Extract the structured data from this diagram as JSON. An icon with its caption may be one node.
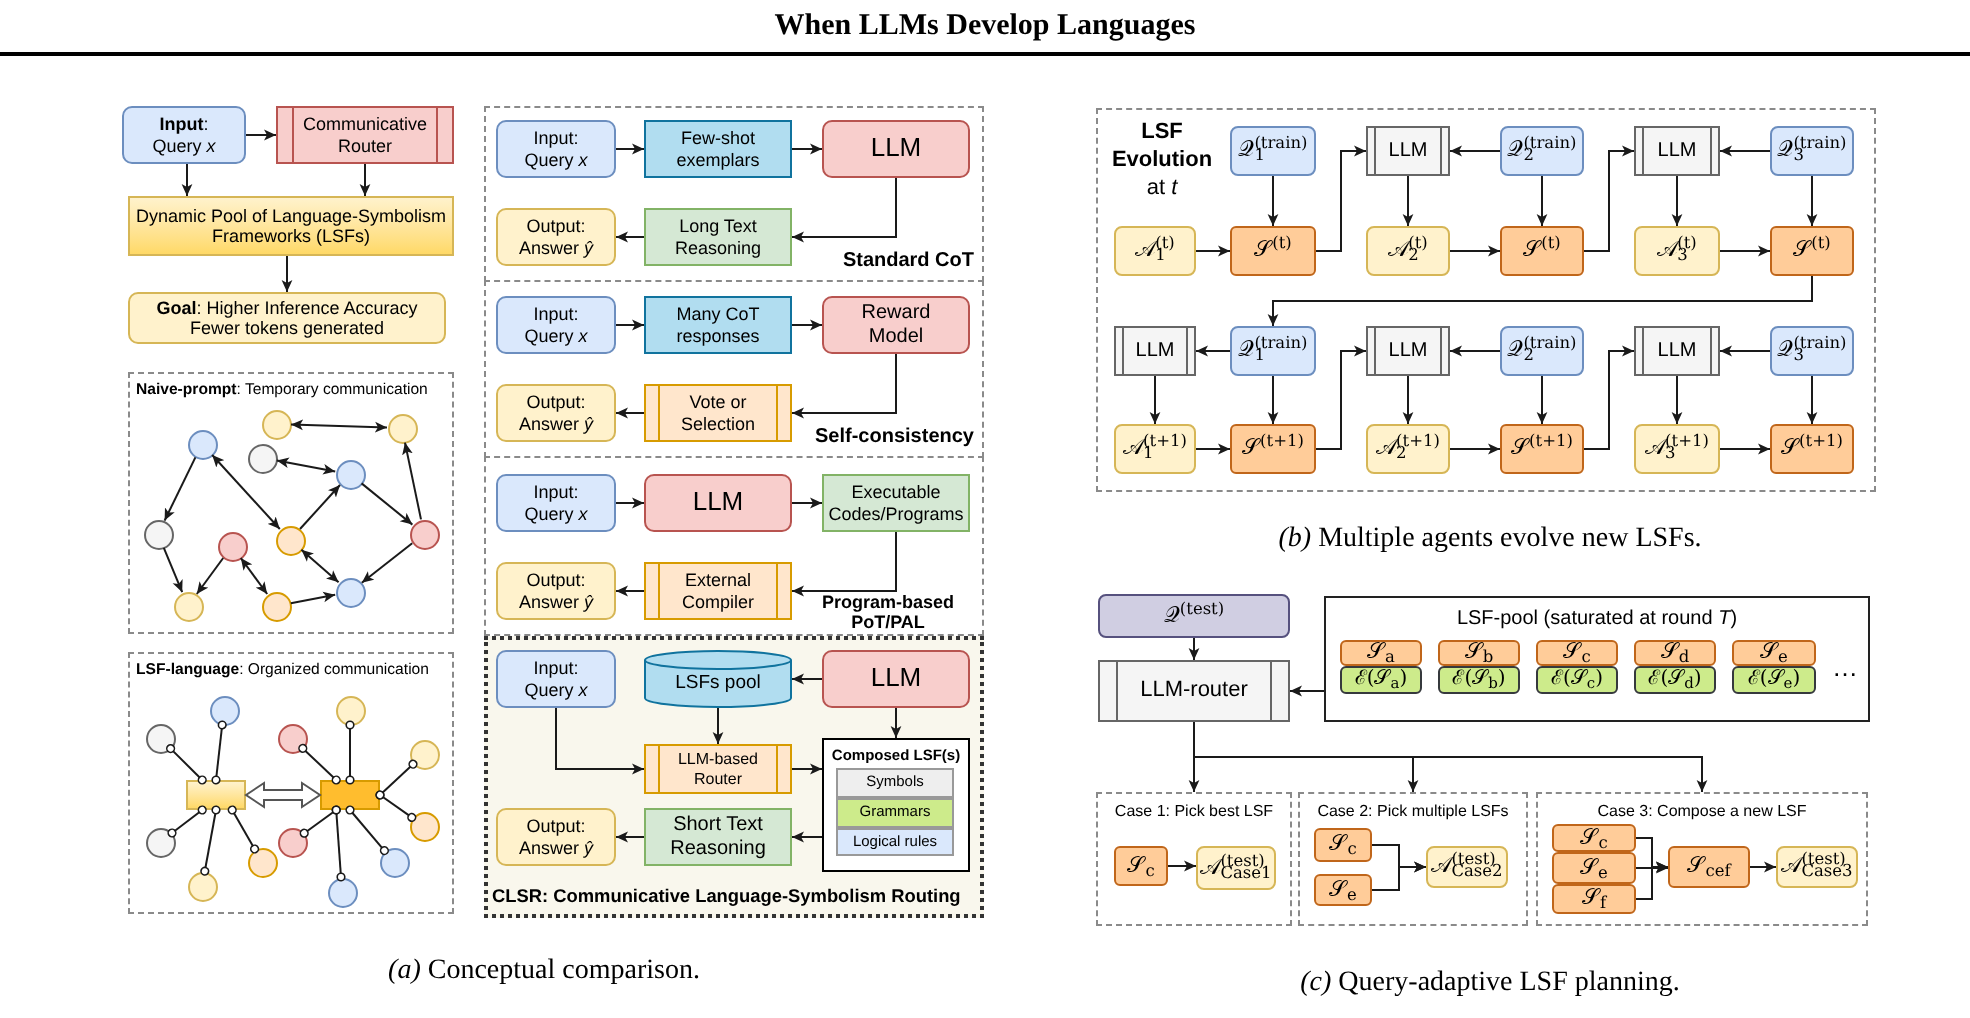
{
  "diagram": {
    "title": "When LLMs Develop Languages",
    "nodes": [
      {
        "text": [
          "**Input**: Query *x*"
        ]
      },
      {
        "text": [
          "Communicative Router"
        ]
      },
      {
        "text": [
          "Dynamic Pool of Language-Symbolism Frameworks (LSFs)"
        ]
      },
      {
        "text": [
          "**Goal**: Higher Inference Accuracy Fewer tokens generated"
        ]
      },
      {
        "text": [
          "**Naive-prompt**: Temporary communication"
        ]
      },
      {
        "text": [],
        "shape": "circle",
        "in": 4
      },
      {
        "text": [],
        "shape": "circle",
        "in": 4
      },
      {
        "text": [],
        "shape": "circle",
        "in": 4
      },
      {
        "text": [],
        "shape": "circle",
        "in": 4
      },
      {
        "text": [],
        "shape": "circle",
        "in": 4
      },
      {
        "text": [],
        "shape": "circle",
        "in": 4
      },
      {
        "text": [],
        "shape": "circle",
        "in": 4
      },
      {
        "text": [],
        "shape": "circle",
        "in": 4
      },
      {
        "text": [],
        "shape": "circle",
        "in": 4
      },
      {
        "text": [],
        "shape": "circle",
        "in": 4
      },
      {
        "text": [],
        "shape": "circle",
        "in": 4
      },
      {
        "text": [],
        "shape": "circle",
        "in": 4
      },
      {
        "text": [
          "**LSF-language**: Organized communication"
        ]
      },
      {
        "text": [],
        "shape": "box",
        "in": 17
      },
      {
        "text": [],
        "shape": "box",
        "in": 17
      },
      {
        "text": [],
        "shape": "circle",
        "in": 17
      },
      {
        "text": [],
        "shape": "circle",
        "in": 17
      },
      {
        "text": [],
        "shape": "circle",
        "in": 17
      },
      {
        "text": [],
        "shape": "circle",
        "in": 17
      },
      {
        "text": [],
        "shape": "circle",
        "in": 17
      },
      {
        "text": [],
        "shape": "circle",
        "in": 17
      },
      {
        "text": [],
        "shape": "circle",
        "in": 17
      },
      {
        "text": [],
        "shape": "circle",
        "in": 17
      },
      {
        "text": [],
        "shape": "circle",
        "in": 17
      },
      {
        "text": [],
        "shape": "circle",
        "in": 17
      },
      {
        "text": [],
        "shape": "circle",
        "in": 17
      },
      {
        "text": [],
        "shape": "circle",
        "in": 17
      },
      {
        "text": [
          "Standard CoT"
        ]
      },
      {
        "text": [
          "Input: Query *x*"
        ],
        "in": 32
      },
      {
        "text": [
          "Few-shot exemplars"
        ],
        "in": 32
      },
      {
        "text": [
          "LLM"
        ],
        "in": 32
      },
      {
        "text": [
          "Output: Answer *ŷ*"
        ],
        "in": 32
      },
      {
        "text": [
          "Long Text Reasoning"
        ],
        "in": 32
      },
      {
        "text": [
          "Self-consistency"
        ]
      },
      {
        "text": [
          "Input: Query *x*"
        ],
        "in": 38
      },
      {
        "text": [
          "Many CoT responses"
        ],
        "in": 38
      },
      {
        "text": [
          "Reward Model"
        ],
        "in": 38
      },
      {
        "text": [
          "Output: Answer *ŷ*"
        ],
        "in": 38
      },
      {
        "text": [
          "Vote or Selection"
        ],
        "in": 38
      },
      {
        "text": [
          "Program-based PoT/PAL"
        ]
      },
      {
        "text": [
          "Input: Query *x*"
        ],
        "in": 44
      },
      {
        "text": [
          "LLM"
        ],
        "in": 44
      },
      {
        "text": [
          "Executable Codes/Programs"
        ],
        "in": 44
      },
      {
        "text": [
          "Output: Answer *ŷ*"
        ],
        "in": 44
      },
      {
        "text": [
          "External Compiler"
        ],
        "in": 44
      },
      {
        "text": [
          "CLSR: Communicative Language-Symbolism Routing"
        ]
      },
      {
        "text": [
          "Input: Query *x*"
        ],
        "in": 50
      },
      {
        "text": [
          "LSFs pool"
        ],
        "in": 50
      },
      {
        "text": [
          "LLM"
        ],
        "in": 50
      },
      {
        "text": [
          "LLM-based Router"
        ],
        "in": 50
      },
      {
        "text": [
          "Composed LSF(s)"
        ],
        "in": 50
      },
      {
        "text": [
          "Symbols"
        ],
        "in": 55
      },
      {
        "text": [
          "Grammars"
        ],
        "in": 55
      },
      {
        "text": [
          "Logical rules"
        ],
        "in": 55
      },
      {
        "text": [
          "Output: Answer *ŷ*"
        ],
        "in": 50
      },
      {
        "text": [
          "Short Text Reasoning"
        ],
        "in": 50
      },
      {
        "text": [
          "**LSF Evolution** at *t*"
        ]
      },
      {
        "text": [
          "𝒬$_{1}$$^{(train)}$"
        ],
        "in": 61
      },
      {
        "text": [
          "LLM"
        ],
        "in": 61
      },
      {
        "text": [
          "𝒬$_{2}$$^{(train)}$"
        ],
        "in": 61
      },
      {
        "text": [
          "LLM"
        ],
        "in": 61
      },
      {
        "text": [
          "𝒬$_{3}$$^{(train)}$"
        ],
        "in": 61
      },
      {
        "text": [
          "𝒜$_{1}$$^{(t)}$"
        ],
        "in": 61
      },
      {
        "text": [
          "𝒮$^{(t)}$"
        ],
        "in": 61
      },
      {
        "text": [
          "𝒜$_{2}$$^{(t)}$"
        ],
        "in": 61
      },
      {
        "text": [
          "𝒮$^{(t)}$"
        ],
        "in": 61
      },
      {
        "text": [
          "𝒜$_{3}$$^{(t)}$"
        ],
        "in": 61
      },
      {
        "text": [
          "𝒮$^{(t)}$"
        ],
        "in": 61
      },
      {
        "text": [
          "LLM"
        ],
        "in": 61
      },
      {
        "text": [
          "𝒬$_{1}$$^{(train)}$"
        ],
        "in": 61
      },
      {
        "text": [
          "LLM"
        ],
        "in": 61
      },
      {
        "text": [
          "𝒬$_{2}$$^{(train)}$"
        ],
        "in": 61
      },
      {
        "text": [
          "LLM"
        ],
        "in": 61
      },
      {
        "text": [
          "𝒬$_{3}$$^{(train)}$"
        ],
        "in": 61
      },
      {
        "text": [
          "𝒜$_{1}$$^{(t+1)}$"
        ],
        "in": 61
      },
      {
        "text": [
          "𝒮$^{(t+1)}$"
        ],
        "in": 61
      },
      {
        "text": [
          "𝒜$_{2}$$^{(t+1)}$"
        ],
        "in": 61
      },
      {
        "text": [
          "𝒮$^{(t+1)}$"
        ],
        "in": 61
      },
      {
        "text": [
          "𝒜$_{3}$$^{(t+1)}$"
        ],
        "in": 61
      },
      {
        "text": [
          "𝒮$^{(t+1)}$"
        ],
        "in": 61
      },
      {
        "text": [
          "𝒬$^{(test)}$"
        ]
      },
      {
        "text": [
          "LSF-pool (saturated at round *T*)",
          "…"
        ]
      },
      {
        "text": [
          "𝒮$_{a}$"
        ],
        "in": 86
      },
      {
        "text": [
          "ℰ(𝒮$_{a}$)"
        ],
        "in": 86
      },
      {
        "text": [
          "𝒮$_{b}$"
        ],
        "in": 86
      },
      {
        "text": [
          "ℰ(𝒮$_{b}$)"
        ],
        "in": 86
      },
      {
        "text": [
          "𝒮$_{c}$"
        ],
        "in": 86
      },
      {
        "text": [
          "ℰ(𝒮$_{c}$)"
        ],
        "in": 86
      },
      {
        "text": [
          "𝒮$_{d}$"
        ],
        "in": 86
      },
      {
        "text": [
          "ℰ(𝒮$_{d}$)"
        ],
        "in": 86
      },
      {
        "text": [
          "𝒮$_{e}$"
        ],
        "in": 86
      },
      {
        "text": [
          "ℰ(𝒮$_{e}$)"
        ],
        "in": 86
      },
      {
        "text": [
          "LLM-router"
        ]
      },
      {
        "text": [
          "Case 1: Pick best LSF"
        ]
      },
      {
        "text": [
          "𝒮$_{c}$"
        ],
        "in": 98
      },
      {
        "text": [
          "𝒜$^{(test)}$$_{Case1}$"
        ],
        "in": 98
      },
      {
        "text": [
          "Case 2: Pick multiple LSFs"
        ]
      },
      {
        "text": [
          "𝒮$_{c}$"
        ],
        "in": 101
      },
      {
        "text": [
          "𝒮$_{e}$"
        ],
        "in": 101
      },
      {
        "text": [
          "𝒜$^{(test)}$$_{Case2}$"
        ],
        "in": 101
      },
      {
        "text": [
          "Case 3: Compose a new LSF"
        ]
      },
      {
        "text": [
          "𝒮$_{c}$"
        ],
        "in": 105
      },
      {
        "text": [
          "𝒮$_{e}$"
        ],
        "in": 105
      },
      {
        "text": [
          "𝒮$_{f}$"
        ],
        "in": 105
      },
      {
        "text": [
          "𝒮$_{cef}$"
        ],
        "in": 105
      },
      {
        "text": [
          "𝒜$^{(test)}$$_{Case3}$"
        ],
        "in": 105
      }
    ],
    "edges": [
      {
        "from": 0,
        "to": 1,
        "arrow": "to"
      },
      {
        "from": 0,
        "to": 2,
        "arrow": "to"
      },
      {
        "from": 1,
        "to": 2,
        "arrow": "to"
      },
      {
        "from": 2,
        "to": 3,
        "arrow": "to"
      },
      {
        "from": 7,
        "to": 9,
        "arrow": "both"
      },
      {
        "from": 6,
        "to": 8,
        "arrow": "both"
      },
      {
        "from": 5,
        "to": 12,
        "arrow": "both"
      },
      {
        "from": 5,
        "to": 10,
        "arrow": "to"
      },
      {
        "from": 12,
        "to": 8,
        "arrow": "to"
      },
      {
        "from": 8,
        "to": 13,
        "arrow": "to"
      },
      {
        "from": 13,
        "to": 9,
        "arrow": "to"
      },
      {
        "from": 10,
        "to": 14,
        "arrow": "to"
      },
      {
        "from": 11,
        "to": 14,
        "arrow": "to"
      },
      {
        "from": 11,
        "to": 15,
        "arrow": "both"
      },
      {
        "from": 12,
        "to": 16,
        "arrow": "both"
      },
      {
        "from": 15,
        "to": 16,
        "arrow": "to"
      },
      {
        "from": 13,
        "to": 16,
        "arrow": "to"
      },
      {
        "from": 18,
        "to": 19,
        "arrow": "both",
        "style": "thick"
      },
      {
        "from": 20,
        "to": 18,
        "arrow": "other"
      },
      {
        "from": 21,
        "to": 18,
        "arrow": "other"
      },
      {
        "from": 22,
        "to": 18,
        "arrow": "other"
      },
      {
        "from": 23,
        "to": 18,
        "arrow": "other"
      },
      {
        "from": 24,
        "to": 18,
        "arrow": "other"
      },
      {
        "from": 25,
        "to": 19,
        "arrow": "other"
      },
      {
        "from": 26,
        "to": 19,
        "arrow": "other"
      },
      {
        "from": 27,
        "to": 19,
        "arrow": "other"
      },
      {
        "from": 28,
        "to": 19,
        "arrow": "other"
      },
      {
        "from": 29,
        "to": 19,
        "arrow": "other"
      },
      {
        "from": 30,
        "to": 19,
        "arrow": "other"
      },
      {
        "from": 31,
        "to": 19,
        "arrow": "other"
      },
      {
        "from": 33,
        "to": 34,
        "arrow": "to"
      },
      {
        "from": 34,
        "to": 35,
        "arrow": "to"
      },
      {
        "from": 35,
        "to": 37,
        "arrow": "to"
      },
      {
        "from": 37,
        "to": 36,
        "arrow": "to"
      },
      {
        "from": 39,
        "to": 40,
        "arrow": "to"
      },
      {
        "from": 40,
        "to": 41,
        "arrow": "to"
      },
      {
        "from": 41,
        "to": 43,
        "arrow": "to"
      },
      {
        "from": 43,
        "to": 42,
        "arrow": "to"
      },
      {
        "from": 45,
        "to": 46,
        "arrow": "to"
      },
      {
        "from": 46,
        "to": 47,
        "arrow": "to"
      },
      {
        "from": 47,
        "to": 49,
        "arrow": "to"
      },
      {
        "from": 49,
        "to": 48,
        "arrow": "to"
      },
      {
        "from": 53,
        "to": 52,
        "arrow": "to"
      },
      {
        "from": 52,
        "to": 54,
        "arrow": "to"
      },
      {
        "from": 51,
        "to": 54,
        "arrow": "to"
      },
      {
        "from": 53,
        "to": 55,
        "arrow": "to"
      },
      {
        "from": 54,
        "to": 55,
        "arrow": "to"
      },
      {
        "from": 55,
        "to": 60,
        "arrow": "to"
      },
      {
        "from": 60,
        "to": 59,
        "arrow": "to"
      },
      {
        "from": 62,
        "to": 68,
        "arrow": "to"
      },
      {
        "from": 67,
        "to": 68,
        "arrow": "to"
      },
      {
        "from": 68,
        "to": 63,
        "arrow": "to"
      },
      {
        "from": 64,
        "to": 63,
        "arrow": "to"
      },
      {
        "from": 63,
        "to": 69,
        "arrow": "to"
      },
      {
        "from": 64,
        "to": 70,
        "arrow": "to"
      },
      {
        "from": 69,
        "to": 70,
        "arrow": "to"
      },
      {
        "from": 70,
        "to": 65,
        "arrow": "to"
      },
      {
        "from": 66,
        "to": 65,
        "arrow": "to"
      },
      {
        "from": 65,
        "to": 71,
        "arrow": "to"
      },
      {
        "from": 66,
        "to": 72,
        "arrow": "to"
      },
      {
        "from": 71,
        "to": 72,
        "arrow": "to"
      },
      {
        "from": 72,
        "to": 74,
        "arrow": "to"
      },
      {
        "from": 74,
        "to": 73,
        "arrow": "to"
      },
      {
        "from": 73,
        "to": 79,
        "arrow": "to"
      },
      {
        "from": 74,
        "to": 80,
        "arrow": "to"
      },
      {
        "from": 79,
        "to": 80,
        "arrow": "to"
      },
      {
        "from": 80,
        "to": 75,
        "arrow": "to"
      },
      {
        "from": 76,
        "to": 75,
        "arrow": "to"
      },
      {
        "from": 75,
        "to": 81,
        "arrow": "to"
      },
      {
        "from": 76,
        "to": 82,
        "arrow": "to"
      },
      {
        "from": 81,
        "to": 82,
        "arrow": "to"
      },
      {
        "from": 82,
        "to": 77,
        "arrow": "to"
      },
      {
        "from": 78,
        "to": 77,
        "arrow": "to"
      },
      {
        "from": 77,
        "to": 83,
        "arrow": "to"
      },
      {
        "from": 78,
        "to": 84,
        "arrow": "to"
      },
      {
        "from": 83,
        "to": 84,
        "arrow": "to"
      },
      {
        "from": 85,
        "to": 97,
        "arrow": "to"
      },
      {
        "from": 86,
        "to": 97,
        "arrow": "to"
      },
      {
        "from": 97,
        "to": 98,
        "arrow": "to"
      },
      {
        "from": 97,
        "to": 101,
        "arrow": "to"
      },
      {
        "from": 97,
        "to": 105,
        "arrow": "to"
      },
      {
        "from": 99,
        "to": 100,
        "arrow": "to"
      },
      {
        "from": 102,
        "to": 104,
        "arrow": "to"
      },
      {
        "from": 103,
        "to": 104,
        "arrow": "to"
      },
      {
        "from": 106,
        "to": 109,
        "arrow": "to"
      },
      {
        "from": 107,
        "to": 109,
        "arrow": "to"
      },
      {
        "from": 108,
        "to": 109,
        "arrow": "to"
      },
      {
        "from": 109,
        "to": 110,
        "arrow": "to"
      }
    ],
    "labels": [
      "*(a)* Conceptual comparison.",
      "*(b)* Multiple agents evolve new LSFs.",
      "*(c)* Query-adaptive LSF planning."
    ]
  }
}
